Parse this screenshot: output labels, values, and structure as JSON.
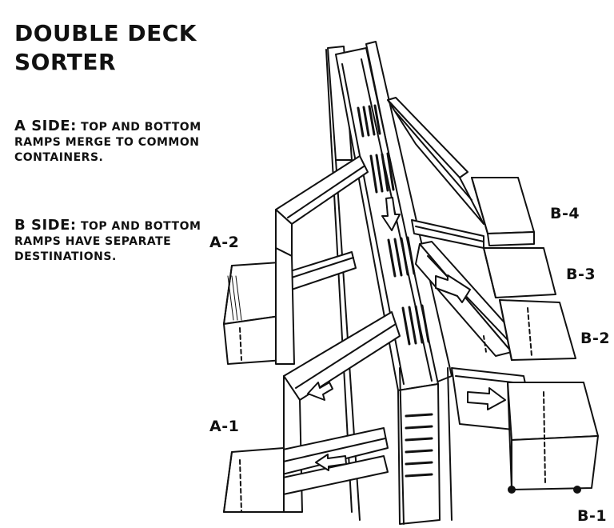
{
  "title": {
    "line1": "DOUBLE DECK",
    "line2": "SORTER"
  },
  "a_side": {
    "lead": "A SIDE:",
    "text": "TOP AND BOTTOM RAMPS MERGE TO COMMON CONTAINERS."
  },
  "b_side": {
    "lead": "B SIDE:",
    "text": "TOP AND BOTTOM RAMPS HAVE SEPARATE DESTINATIONS."
  },
  "labels": {
    "a2": "A-2",
    "a1": "A-1",
    "b4": "B-4",
    "b3": "B-3",
    "b2": "B-2",
    "b1": "B-1"
  },
  "colors": {
    "ink": "#111111",
    "paper": "#ffffff"
  },
  "icons": [
    "arrow-down-icon",
    "arrow-left-icon",
    "arrow-right-icon"
  ]
}
